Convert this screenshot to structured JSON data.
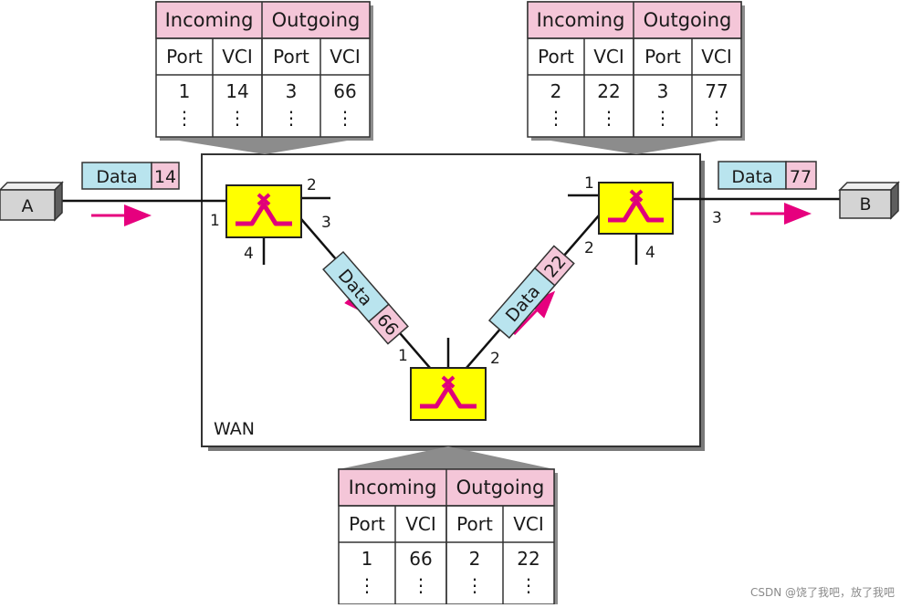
{
  "wan_label": "WAN",
  "hosts": {
    "a": "A",
    "b": "B"
  },
  "watermark": "CSDN @饶了我吧，放了我吧",
  "table_headers": {
    "incoming": "Incoming",
    "outgoing": "Outgoing",
    "port": "Port",
    "vci": "VCI"
  },
  "tables": [
    {
      "id": "switch1",
      "row": [
        "1",
        "14",
        "3",
        "66"
      ]
    },
    {
      "id": "switch3",
      "row": [
        "2",
        "22",
        "3",
        "77"
      ]
    },
    {
      "id": "switch2",
      "row": [
        "1",
        "66",
        "2",
        "22"
      ]
    }
  ],
  "ellipsis": "⋮",
  "packets": [
    {
      "id": "a-to-s1",
      "label": "Data",
      "vci": "14"
    },
    {
      "id": "s1-to-s2",
      "label": "Data",
      "vci": "66"
    },
    {
      "id": "s2-to-s3",
      "label": "Data",
      "vci": "22"
    },
    {
      "id": "s3-to-b",
      "label": "Data",
      "vci": "77"
    }
  ],
  "ports": {
    "switch1": [
      "1",
      "2",
      "3",
      "4"
    ],
    "switch2": [
      "1",
      "2"
    ],
    "switch3": [
      "1",
      "2",
      "3",
      "4"
    ]
  },
  "colors": {
    "table_header": "#f4c6d8",
    "packet_data": "#b9e4ee",
    "packet_vci": "#f4c6d8",
    "switch_fill": "#ffff00",
    "switch_symbol": "#e0007a",
    "arrow": "#e6007e",
    "host_fill": "#d4d4d4"
  }
}
